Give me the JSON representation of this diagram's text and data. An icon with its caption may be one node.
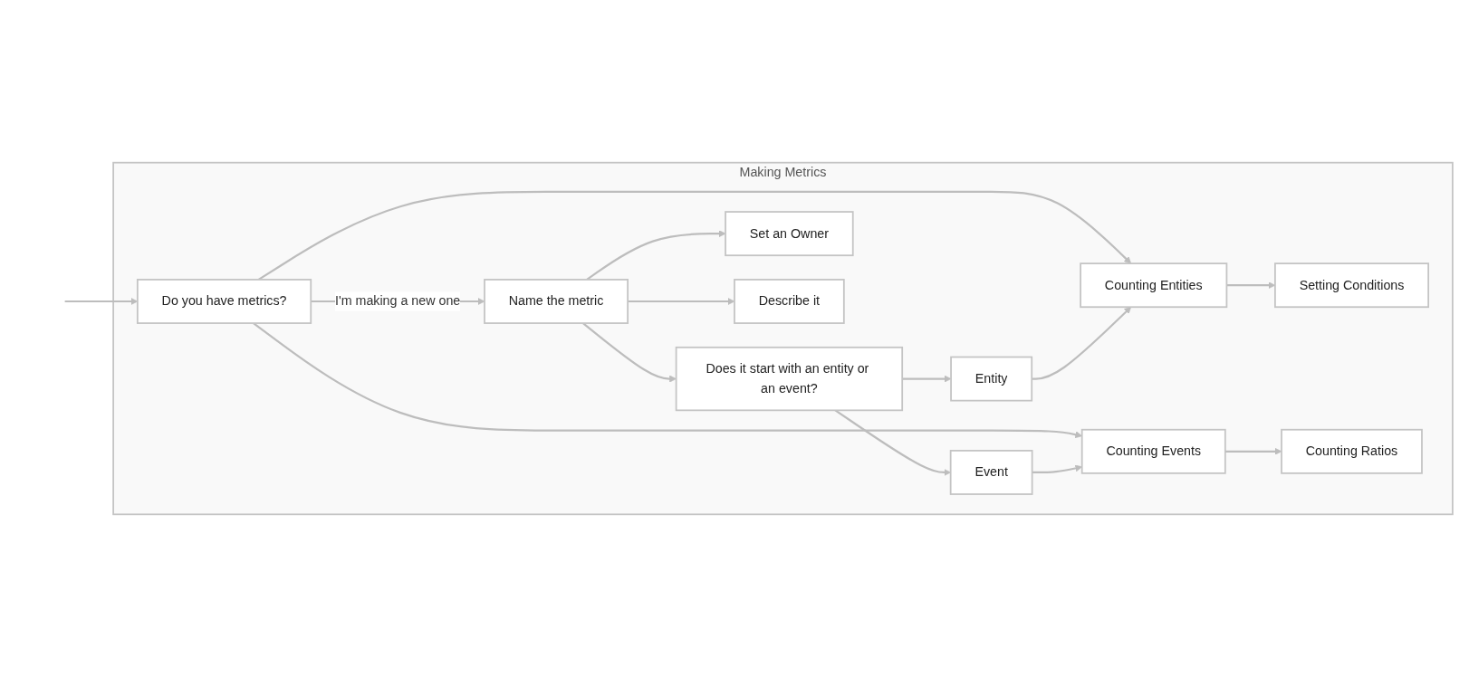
{
  "diagram": {
    "nodes": [
      {
        "text": [
          "Making Metrics"
        ]
      },
      {
        "text": [
          "Do you have metrics?"
        ],
        "in": 0
      },
      {
        "text": [
          "Name the metric"
        ],
        "in": 0
      },
      {
        "text": [
          "Does it start with an entity or an event?"
        ],
        "in": 0
      },
      {
        "text": [
          "Set an Owner"
        ],
        "in": 0
      },
      {
        "text": [
          "Describe it"
        ],
        "in": 0
      },
      {
        "text": [
          "Entity"
        ],
        "in": 0
      },
      {
        "text": [
          "Counting Entities"
        ],
        "in": 0
      },
      {
        "text": [
          "Setting Conditions"
        ],
        "in": 0
      },
      {
        "text": [
          "Event"
        ],
        "in": 0
      },
      {
        "text": [
          "Counting Events"
        ],
        "in": 0
      },
      {
        "text": [
          "Counting Ratios"
        ],
        "in": 0
      }
    ],
    "edges": [
      {
        "from": null,
        "to": 1,
        "arrow": "to"
      },
      {
        "from": 1,
        "to": 2,
        "arrow": "to",
        "label": "I'm making a new one"
      },
      {
        "from": 1,
        "to": 7,
        "arrow": "to"
      },
      {
        "from": 1,
        "to": 10,
        "arrow": "to"
      },
      {
        "from": 2,
        "to": 3,
        "arrow": "to"
      },
      {
        "from": 2,
        "to": 4,
        "arrow": "to"
      },
      {
        "from": 2,
        "to": 5,
        "arrow": "to"
      },
      {
        "from": 3,
        "to": 6,
        "arrow": "to"
      },
      {
        "from": 3,
        "to": 9,
        "arrow": "to"
      },
      {
        "from": 6,
        "to": 7,
        "arrow": "to"
      },
      {
        "from": 7,
        "to": 8,
        "arrow": "to"
      },
      {
        "from": 9,
        "to": 10,
        "arrow": "to"
      },
      {
        "from": 10,
        "to": 11,
        "arrow": "to"
      }
    ]
  }
}
